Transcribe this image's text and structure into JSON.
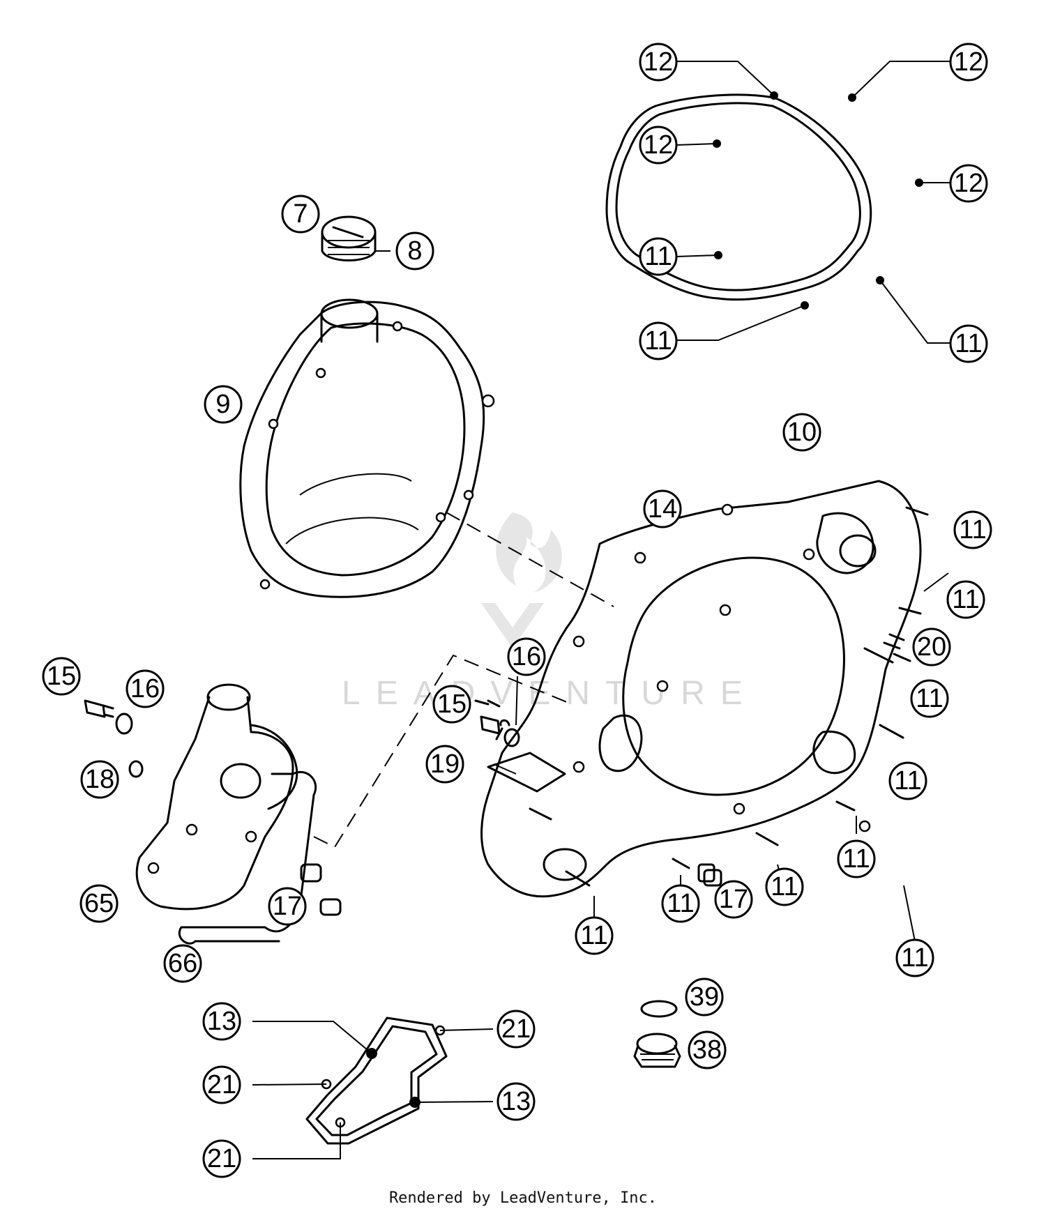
{
  "watermark": "LEADVENTURE",
  "footer": "Rendered by LeadVenture, Inc.",
  "callouts": [
    {
      "id": "12-top-left",
      "label": "12"
    },
    {
      "id": "12-top-right",
      "label": "12"
    },
    {
      "id": "12-mid-left",
      "label": "12"
    },
    {
      "id": "12-mid-right",
      "label": "12"
    },
    {
      "id": "11-gasket-left",
      "label": "11"
    },
    {
      "id": "11-gasket-bottom-left",
      "label": "11"
    },
    {
      "id": "11-gasket-bottom-right",
      "label": "11"
    },
    {
      "id": "7",
      "label": "7"
    },
    {
      "id": "8",
      "label": "8"
    },
    {
      "id": "9",
      "label": "9"
    },
    {
      "id": "10",
      "label": "10"
    },
    {
      "id": "14",
      "label": "14"
    },
    {
      "id": "11-r1",
      "label": "11"
    },
    {
      "id": "11-r2",
      "label": "11"
    },
    {
      "id": "20",
      "label": "20"
    },
    {
      "id": "11-r3",
      "label": "11"
    },
    {
      "id": "11-r4",
      "label": "11"
    },
    {
      "id": "11-r5",
      "label": "11"
    },
    {
      "id": "11-r6",
      "label": "11"
    },
    {
      "id": "11-b1",
      "label": "11"
    },
    {
      "id": "17-right",
      "label": "17"
    },
    {
      "id": "11-b2",
      "label": "11"
    },
    {
      "id": "11-b3",
      "label": "11"
    },
    {
      "id": "16-mid",
      "label": "16"
    },
    {
      "id": "15-mid",
      "label": "15"
    },
    {
      "id": "19",
      "label": "19"
    },
    {
      "id": "15-left",
      "label": "15"
    },
    {
      "id": "16-left",
      "label": "16"
    },
    {
      "id": "18",
      "label": "18"
    },
    {
      "id": "65",
      "label": "65"
    },
    {
      "id": "17-left",
      "label": "17"
    },
    {
      "id": "66",
      "label": "66"
    },
    {
      "id": "39",
      "label": "39"
    },
    {
      "id": "38",
      "label": "38"
    },
    {
      "id": "13-top",
      "label": "13"
    },
    {
      "id": "21-top",
      "label": "21"
    },
    {
      "id": "21-mid",
      "label": "21"
    },
    {
      "id": "13-bottom",
      "label": "13"
    },
    {
      "id": "21-bottom",
      "label": "21"
    }
  ]
}
